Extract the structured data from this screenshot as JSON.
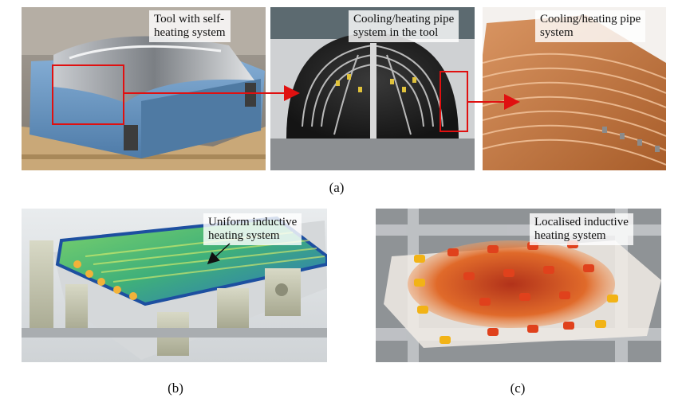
{
  "figure": {
    "panel_a": {
      "caption": "(a)",
      "photo1_label": "Tool with self-\nheating system",
      "photo2_label": "Cooling/heating pipe\nsystem in the tool",
      "photo3_label": "Cooling/heating pipe\nsystem"
    },
    "panel_b": {
      "caption": "(b)",
      "label": "Uniform inductive\nheating system"
    },
    "panel_c": {
      "caption": "(c)",
      "label": "Localised inductive\nheating system"
    }
  },
  "colors": {
    "highlight_red": "#e01010",
    "copper": "#c8763a",
    "tool_blue": "#6b9ac4"
  }
}
